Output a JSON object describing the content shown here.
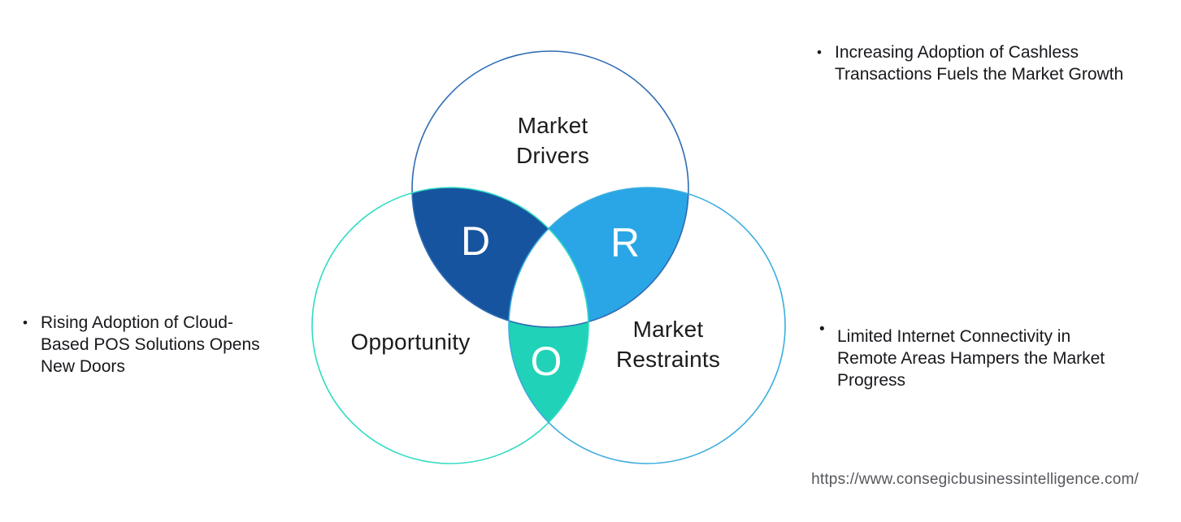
{
  "venn": {
    "circle_drivers": {
      "label": "Market\nDrivers",
      "stroke": "#2e6cb3"
    },
    "circle_opportunity": {
      "label": "Opportunity",
      "stroke": "#2fdcc3"
    },
    "circle_restraints": {
      "label": "Market\nRestraints",
      "stroke": "#3baddf"
    },
    "region_d": {
      "letter": "D",
      "fill": "#17549f"
    },
    "region_r": {
      "letter": "R",
      "fill": "#2aa6e6"
    },
    "region_o": {
      "letter": "O",
      "fill": "#20d2b8"
    },
    "label_color": "#1c1c1c"
  },
  "bullets": {
    "marker": "•",
    "top_right": "Increasing Adoption of Cashless Transactions Fuels the Market Growth",
    "left": "Rising Adoption of Cloud-Based POS Solutions Opens New Doors",
    "right": "Limited Internet Connectivity in Remote Areas Hampers the Market Progress"
  },
  "footer": {
    "url": "https://www.consegicbusinessintelligence.com/",
    "color": "#54575c"
  }
}
